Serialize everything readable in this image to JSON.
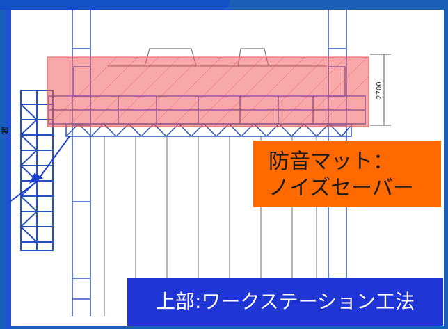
{
  "labels": {
    "noise_mat_line1": "防音マット：",
    "noise_mat_line2": "ノイズセーバー",
    "method": "上部:ワークステーション工法",
    "dimension": "2700",
    "side_mark": "製"
  },
  "colors": {
    "frame_blue": "#1a5fb8",
    "tower_blue": "#2a4fc0",
    "mat_highlight": "rgba(242,96,96,0.55)",
    "mat_label_bg": "#ff6a00",
    "method_label_bg": "#1f35d6"
  }
}
